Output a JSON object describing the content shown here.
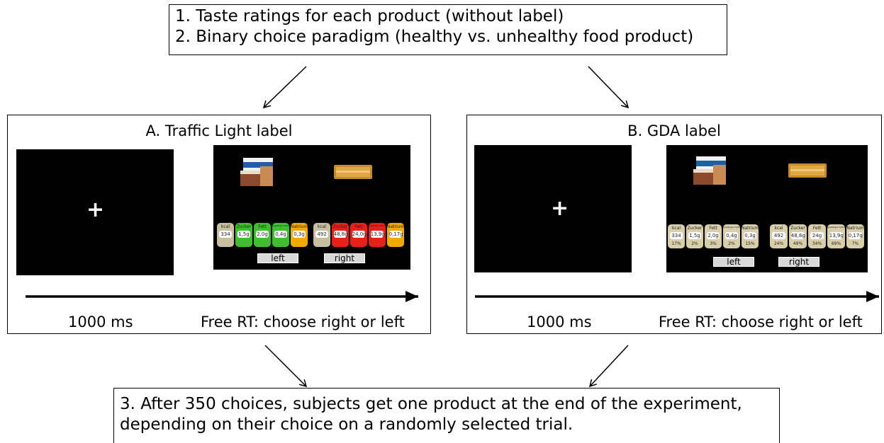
{
  "steps": {
    "step1": "1. Taste ratings for each product (without label)",
    "step2": "2. Binary choice paradigm (healthy vs. unhealthy food product)",
    "step3_line1": "3.  After 350 choices, subjects get one product at the end of the experiment,",
    "step3_line2": "depending on their choice on a randomly selected trial."
  },
  "panelA": {
    "title": "A. Traffic Light label",
    "fixation": "+",
    "time_left": "1000 ms",
    "time_right": "Free RT: choose right or left",
    "left_button": "left",
    "right_button": "right",
    "left_label": [
      {
        "name": "kcal",
        "value": "334",
        "color": "#c8bfa0"
      },
      {
        "name": "Zucker",
        "value": "1,5g",
        "color": "#3fbf2f"
      },
      {
        "name": "Fett",
        "value": "2,0g",
        "color": "#3fbf2f"
      },
      {
        "name": "gesättigte Fettsäuren",
        "value": "0,4g",
        "color": "#3fbf2f"
      },
      {
        "name": "Natrium",
        "value": "0,3g",
        "color": "#f2a900"
      }
    ],
    "right_label": [
      {
        "name": "kcal",
        "value": "492",
        "color": "#c8bfa0"
      },
      {
        "name": "Zucker",
        "value": "48,8g",
        "color": "#e8201a"
      },
      {
        "name": "Fett",
        "value": "24,0g",
        "color": "#e8201a"
      },
      {
        "name": "gesättigte Fettsäuren",
        "value": "13,9g",
        "color": "#e8201a"
      },
      {
        "name": "Natrium",
        "value": "0,17g",
        "color": "#f2a900"
      }
    ]
  },
  "panelB": {
    "title": "B. GDA label",
    "fixation": "+",
    "time_left": "1000 ms",
    "time_right": "Free RT: choose right or left",
    "left_button": "left",
    "right_button": "right",
    "left_label": [
      {
        "name": "kcal",
        "value": "334",
        "pct": "17%"
      },
      {
        "name": "Zucker",
        "value": "1,5g",
        "pct": "2%"
      },
      {
        "name": "Fett",
        "value": "2,0g",
        "pct": "3%"
      },
      {
        "name": "gesättigte Fettsäuren",
        "value": "0,4g",
        "pct": "2%"
      },
      {
        "name": "Natrium",
        "value": "0,3g",
        "pct": "15%"
      }
    ],
    "right_label": [
      {
        "name": "kcal",
        "value": "492",
        "pct": "24%"
      },
      {
        "name": "Zucker",
        "value": "48,8g",
        "pct": "49%"
      },
      {
        "name": "Fett",
        "value": "24g",
        "pct": "34%"
      },
      {
        "name": "gesättigte Fettsäuren",
        "value": "13,9g",
        "pct": "69%"
      },
      {
        "name": "Natrium",
        "value": "0,17g",
        "pct": "7%"
      }
    ],
    "gda_color": "#d8ceaa"
  }
}
